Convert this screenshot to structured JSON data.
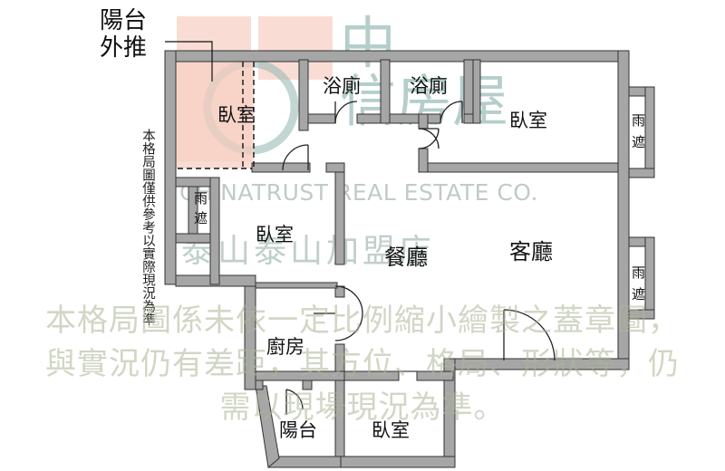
{
  "colors": {
    "wall": "#a6a6a6",
    "wall_stroke": "#333333",
    "balcony_fill": "#f6cfc3",
    "watermark_logo": "#f2b8aa",
    "watermark_text": "#8fb7b0"
  },
  "exterior_note": "陽台\n外推",
  "side_note": "本格局圖僅供參考以實際現況為準",
  "rooms": {
    "bedroom_top_left": "臥室",
    "bath_left": "浴廁",
    "bath_right": "浴廁",
    "bedroom_top_right": "臥室",
    "bedroom_middle": "臥室",
    "dining": "餐廳",
    "living": "客廳",
    "kitchen": "廚房",
    "balcony_bottom": "陽台",
    "bedroom_bottom": "臥室"
  },
  "canopies": {
    "left": "雨\n遮",
    "right_top": "雨\n遮",
    "right_bottom": "雨\n遮"
  },
  "watermark": {
    "brand": "中\n信房屋",
    "english": "CHINATRUST REAL ESTATE CO.",
    "store": "泰山泰山加盟店",
    "disclaimer": "本格局圖係未依一定比例縮小繪製之蓋章圖，\n與實況仍有差距，其方位、格局、形狀等，仍\n需以現場現況為準。"
  }
}
